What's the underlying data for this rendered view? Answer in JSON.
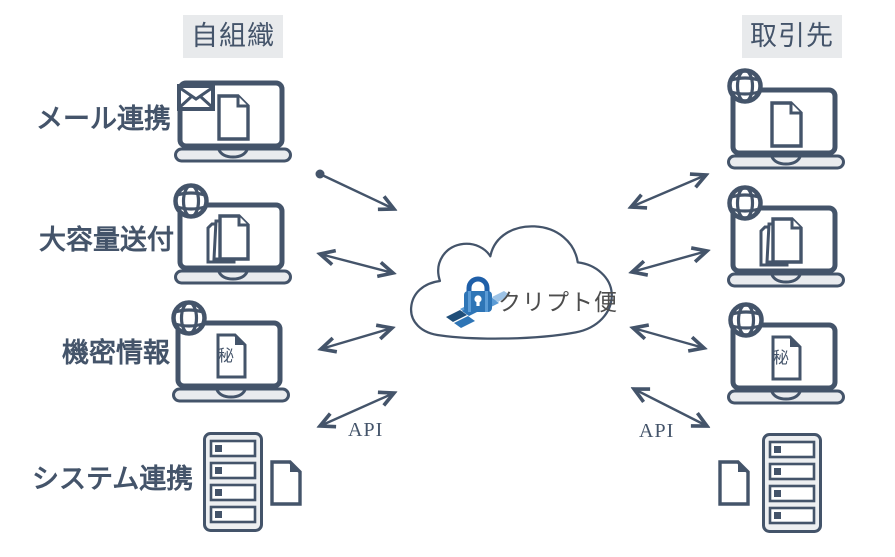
{
  "diagram": {
    "title_left": "自組織",
    "title_right": "取引先",
    "rows": [
      {
        "label": "メール連携"
      },
      {
        "label": "大容量送付"
      },
      {
        "label": "機密情報"
      },
      {
        "label": "システム連携"
      }
    ],
    "cloud": {
      "service_name": "クリプト便"
    },
    "api_left": "API",
    "api_right": "API",
    "confidential_seal": "秘",
    "colors": {
      "accent": "#44546A",
      "label_box_bg": "#E8EAEC",
      "device_fill": "#E9EBEE",
      "cloud_fill": "#FFFFFF",
      "logo_blue": "#2E75B6",
      "logo_dark_blue": "#1F4E79",
      "logo_light_blue": "#9DC3E6",
      "logo_text_color": "#4D4D4D"
    },
    "icons": {
      "mail": "envelope-icon",
      "web": "globe-icon",
      "document": "document-icon",
      "documents": "document-stack-icon",
      "confidential_document": "confidential-document-icon",
      "server": "server-icon",
      "cloud_lock": "padlock-icon"
    }
  }
}
